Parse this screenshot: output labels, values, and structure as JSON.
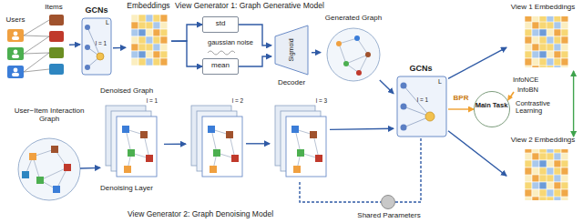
{
  "diagram": {
    "nodes": [
      {
        "text": [
          "Users",
          "Items"
        ]
      },
      {
        "text": [
          "GCNs",
          "l = 1",
          "L"
        ]
      },
      {
        "text": [
          "Embeddings"
        ]
      },
      {
        "text": [
          "std"
        ]
      },
      {
        "text": [
          "mean"
        ]
      },
      {
        "text": [
          "Sigmoid",
          "Decoder"
        ]
      },
      {
        "text": [
          "Generated Graph"
        ]
      },
      {
        "text": [
          "GCNs",
          "l = 1",
          "L"
        ]
      },
      {
        "text": [
          "Main Task"
        ]
      },
      {
        "text": [
          "View 1 Embeddings"
        ]
      },
      {
        "text": [
          "View 2 Embeddings"
        ]
      },
      {
        "text": [
          "User−Item Interaction Graph"
        ]
      },
      {
        "text": [
          "Denoised Graph",
          "l = 1"
        ]
      },
      {
        "text": [
          "l = 2"
        ]
      },
      {
        "text": [
          "l = 3"
        ]
      },
      {
        "text": [
          "Shared Parameters"
        ]
      }
    ],
    "edges": [
      {
        "from": 0,
        "to": 1,
        "arrow": "to"
      },
      {
        "from": 1,
        "to": 2,
        "arrow": "to"
      },
      {
        "from": 2,
        "to": 3,
        "arrow": "to"
      },
      {
        "from": 2,
        "to": 4,
        "arrow": "to"
      },
      {
        "from": 3,
        "to": 5,
        "arrow": "to"
      },
      {
        "from": 4,
        "to": 5,
        "arrow": "to"
      },
      {
        "from": 5,
        "to": 6,
        "arrow": "to"
      },
      {
        "from": 6,
        "to": 7,
        "arrow": "to"
      },
      {
        "from": 7,
        "to": 8,
        "label": "BPR",
        "arrow": "to"
      },
      {
        "from": 7,
        "to": 9,
        "arrow": "to"
      },
      {
        "from": 7,
        "to": 10,
        "arrow": "to"
      },
      {
        "from": 9,
        "to": 10,
        "arrow": "both"
      },
      {
        "from": 11,
        "to": 12,
        "arrow": "to"
      },
      {
        "from": 12,
        "to": 13,
        "arrow": "to"
      },
      {
        "from": 13,
        "to": 14,
        "arrow": "to"
      },
      {
        "from": 14,
        "to": 7,
        "arrow": "to"
      },
      {
        "from": 7,
        "to": 15,
        "arrow": "none"
      },
      {
        "from": 14,
        "to": 15,
        "arrow": "none"
      }
    ],
    "labels": [
      "View Generator 1: Graph Generative Model",
      "gaussian noise",
      "InfoNCE",
      "InfoBN",
      "Contrastive Learning",
      "Denoising Layer",
      "View Generator 2: Graph Denoising Model"
    ]
  }
}
